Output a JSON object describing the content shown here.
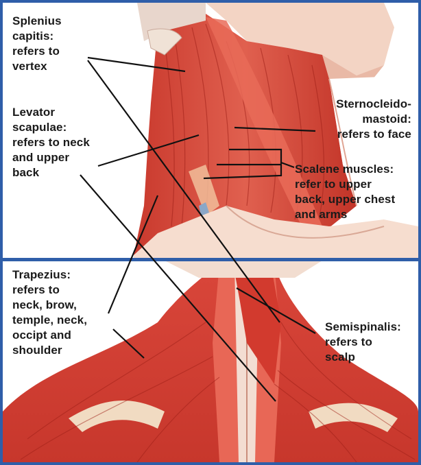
{
  "labels": {
    "splenius": "Splenius\ncapitis:\nrefers to\nvertex",
    "levator": "Levator\nscapulae:\nrefers to neck\nand upper\nback",
    "sterno": "Sternocleido-\nmastoid:\nrefers to face",
    "scalene": "Scalene muscles:\nrefer to upper\nback, upper chest\nand arms",
    "trapezius": "Trapezius:\nrefers to\nneck, brow,\ntemple, neck,\noccipt and\nshoulder",
    "semispinalis": "Semispinalis:\nrefers to\nscalp"
  },
  "colors": {
    "frame": "#2f5ea9",
    "muscle_dark": "#b4281e",
    "muscle": "#d8473a",
    "muscle_light": "#ec8a78",
    "skin": "#f6ddcf",
    "tendon": "#f1e6c8",
    "leader": "#111111"
  }
}
